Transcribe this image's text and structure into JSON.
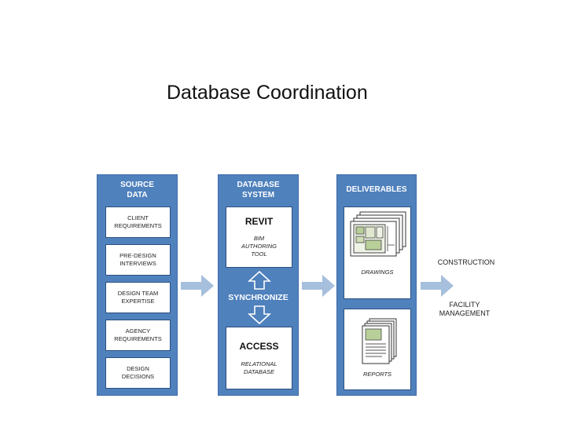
{
  "title": "Database Coordination",
  "colors": {
    "column_blue": "#4f81bd",
    "arrow_blue": "#a6bfdd",
    "white": "#ffffff"
  },
  "source_data": {
    "heading": "SOURCE\nDATA",
    "items": [
      "CLIENT\nREQUIREMENTS",
      "PRE-DESIGN\nINTERVIEWS",
      "DESIGN TEAM\nEXPERTISE",
      "AGENCY\nREQUIREMENTS",
      "DESIGN\nDECISIONS"
    ]
  },
  "database_system": {
    "heading": "DATABASE\nSYSTEM",
    "revit_label": "REVIT",
    "revit_sub": "BIM\nAUTHORING\nTOOL",
    "sync_label": "SYNCHRONIZE",
    "access_label": "ACCESS",
    "access_sub": "RELATIONAL\nDATABASE"
  },
  "deliverables": {
    "heading": "DELIVERABLES",
    "drawings_label": "DRAWINGS",
    "reports_label": "REPORTS"
  },
  "outputs": {
    "construction": "CONSTRUCTION",
    "facility": "FACILITY\nMANAGEMENT"
  },
  "icons": [
    "right-arrow-icon",
    "sync-up-arrow-icon",
    "sync-down-arrow-icon",
    "drawings-stack-icon",
    "reports-stack-icon"
  ]
}
